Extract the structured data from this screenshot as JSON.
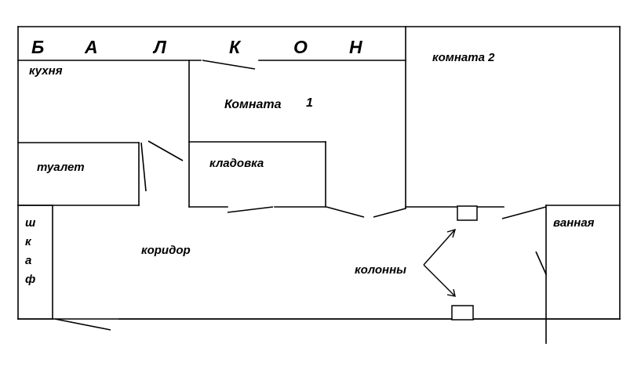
{
  "balcony_letters": [
    "Б",
    "А",
    "Л",
    "К",
    "О",
    "Н"
  ],
  "rooms": {
    "kitchen": "кухня",
    "room1_word": "Комната",
    "room1_num": "1",
    "room2": "комната 2",
    "toilet": "туалет",
    "pantry": "кладовка",
    "bathroom": "ванная",
    "corridor": "коридор",
    "columns": "колонны"
  },
  "wardrobe_letters": [
    "ш",
    "к",
    "а",
    "ф"
  ]
}
